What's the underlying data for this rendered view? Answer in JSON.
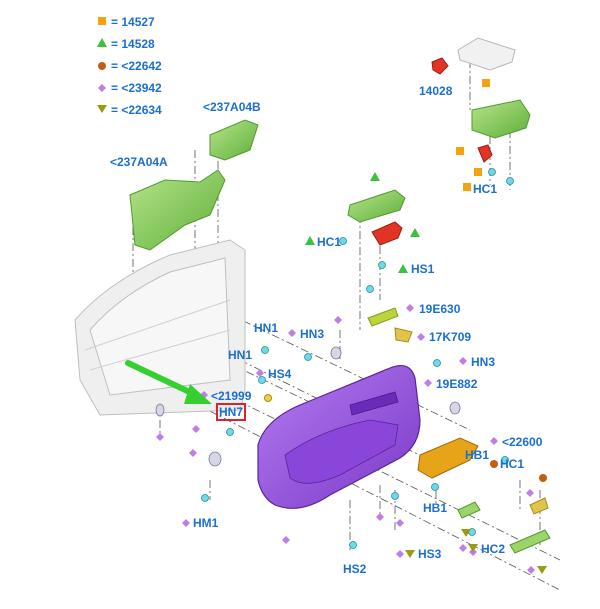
{
  "legend": {
    "items": [
      {
        "symbol": "orange-square",
        "text": "= 14527"
      },
      {
        "symbol": "green-triangle",
        "text": "= 14528"
      },
      {
        "symbol": "brown-circle",
        "text": "= <22642"
      },
      {
        "symbol": "purple-diamond",
        "text": "= <23942"
      },
      {
        "symbol": "olive-triangle-down",
        "text": "= <22634"
      }
    ]
  },
  "colors": {
    "label": "#1a6fd1",
    "orange": "#f5a20f",
    "green": "#3cc23c",
    "brown": "#c06014",
    "purple": "#c07de8",
    "olive": "#9a9a10",
    "panel": "#9a55e0",
    "foam": "#8fd06a",
    "arrow": "#35d030",
    "highlight": "#e0202a"
  },
  "labels": {
    "l_237a04b": "<237A04B",
    "l_237a04a": "<237A04A",
    "l_14028": "14028",
    "l_hc1_top": "HC1",
    "l_hc1_left": "HC1",
    "l_hs1": "HS1",
    "l_19e630": "19E630",
    "l_17k709": "17K709",
    "l_hn1_a": "HN1",
    "l_hn3_a": "HN3",
    "l_hn1_b": "HN1",
    "l_hs4": "HS4",
    "l_hn3_b": "HN3",
    "l_19e882": "19E882",
    "l_21999": "<21999",
    "l_hn7": "HN7",
    "l_22600": "<22600",
    "l_hb1_a": "HB1",
    "l_hc1_right": "HC1",
    "l_hm1": "HM1",
    "l_hb1_b": "HB1",
    "l_hs3": "HS3",
    "l_hc2": "HC2",
    "l_hs2": "HS2"
  }
}
